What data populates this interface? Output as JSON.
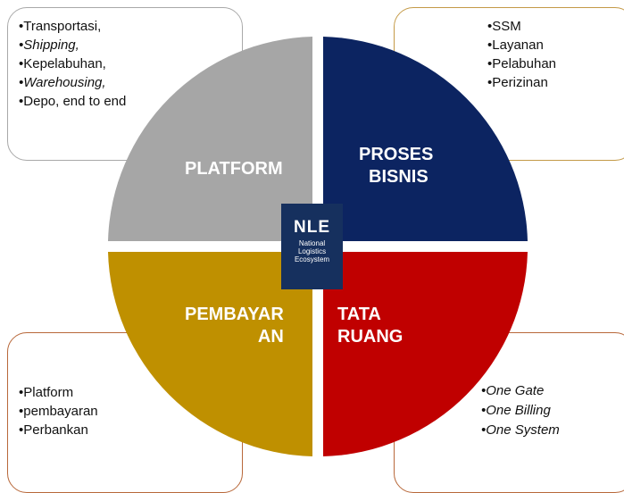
{
  "boxes": {
    "top_left": [
      "Transportasi,",
      "Shipping,",
      "Kepelabuhan,",
      "Warehousing,",
      "Depo, end to end"
    ],
    "top_right": [
      "SSM",
      "Layanan",
      "Pelabuhan",
      "Perizinan"
    ],
    "bottom_left": [
      "Platform",
      "pembayaran",
      "Perbankan"
    ],
    "bottom_right": [
      "One Gate",
      "One Billing",
      "One System"
    ]
  },
  "quadrants": {
    "platform": {
      "label": "PLATFORM",
      "color": "#a6a6a6"
    },
    "proses_bisnis": {
      "line1": "PROSES",
      "line2": "BISNIS",
      "color": "#0c2461"
    },
    "pembayaran": {
      "line1": "PEMBAYAR",
      "line2": "AN",
      "color": "#bf9000"
    },
    "tata_ruang": {
      "line1": "TATA",
      "line2": "RUANG",
      "color": "#c00000"
    }
  },
  "logo": {
    "mark": "NLE",
    "line1": "National",
    "line2": "Logistics",
    "line3": "Ecosystem"
  }
}
